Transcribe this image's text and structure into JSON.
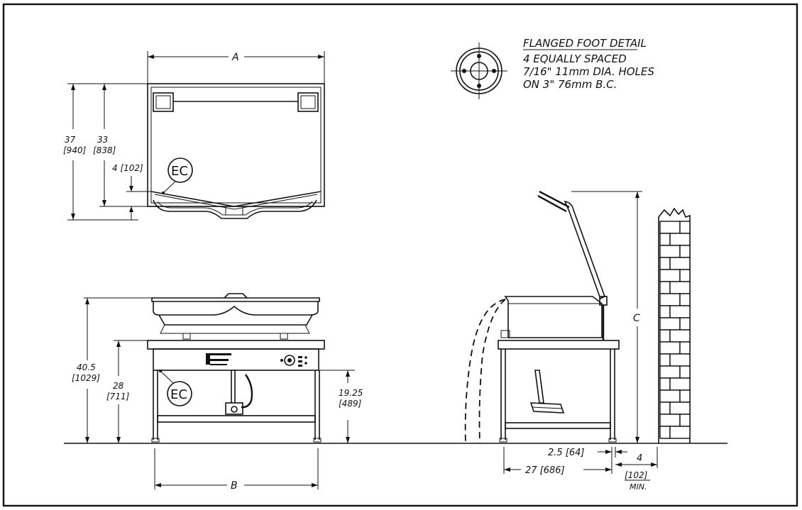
{
  "flanged_foot_detail": {
    "title": "FLANGED FOOT DETAIL",
    "lines": [
      "4 EQUALLY SPACED",
      "7/16\" 11mm DIA. HOLES",
      "ON 3\" 76mm B.C."
    ]
  },
  "top_view": {
    "width_label": "A",
    "dim_37": "37",
    "dim_37_mm": "[940]",
    "dim_33": "33",
    "dim_33_mm": "[838]",
    "dim_4": "4 [102]",
    "ec_label": "EC"
  },
  "front_view": {
    "dim_40_5": "40.5",
    "dim_40_5_mm": "[1029]",
    "dim_28": "28",
    "dim_28_mm": "[711]",
    "dim_19_25": "19.25",
    "dim_19_25_mm": "[489]",
    "ec_label": "EC",
    "width_label": "B"
  },
  "side_view": {
    "height_label": "C",
    "dim_2_5": "2.5 [64]",
    "dim_27": "27 [686]",
    "clearance": "4",
    "clearance_mm": "[102]",
    "clearance_note": "MIN."
  }
}
